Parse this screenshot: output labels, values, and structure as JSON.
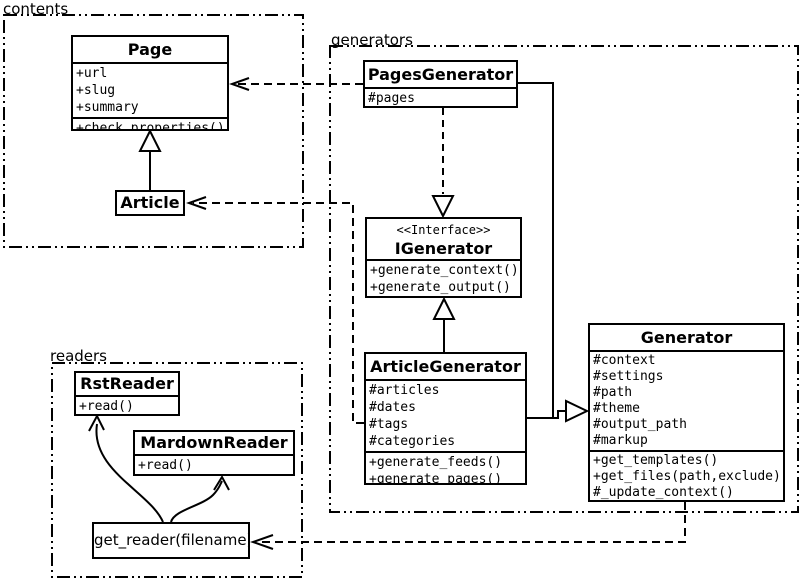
{
  "packages": {
    "contents": {
      "label": "contents"
    },
    "generators": {
      "label": "generators"
    },
    "readers": {
      "label": "readers"
    }
  },
  "classes": {
    "page": {
      "name": "Page",
      "attributes": [
        "+url",
        "+slug",
        "+summary"
      ],
      "methods": [
        "+check_properties()"
      ]
    },
    "article": {
      "name": "Article"
    },
    "pages_generator": {
      "name": "PagesGenerator",
      "attributes": [
        "#pages"
      ]
    },
    "igenerator": {
      "stereotype": "<<Interface>>",
      "name": "IGenerator",
      "methods": [
        "+generate_context()",
        "+generate_output()"
      ]
    },
    "article_generator": {
      "name": "ArticleGenerator",
      "attributes": [
        "#articles",
        "#dates",
        "#tags",
        "#categories"
      ],
      "methods": [
        "+generate_feeds()",
        "+generate_pages()"
      ]
    },
    "generator": {
      "name": "Generator",
      "attributes": [
        "#context",
        "#settings",
        "#path",
        "#theme",
        "#output_path",
        "#markup"
      ],
      "methods": [
        "+get_templates()",
        "+get_files(path,exclude)",
        "#_update_context()"
      ]
    },
    "rst_reader": {
      "name": "RstReader",
      "methods": [
        "+read()"
      ]
    },
    "mardown_reader": {
      "name": "MardownReader",
      "methods": [
        "+read()"
      ]
    },
    "get_reader": {
      "name": "get_reader(filename)"
    }
  },
  "relationships": [
    {
      "from": "Article",
      "to": "Page",
      "type": "generalization"
    },
    {
      "from": "PagesGenerator",
      "to": "Page",
      "type": "dependency"
    },
    {
      "from": "ArticleGenerator",
      "to": "Article",
      "type": "dependency"
    },
    {
      "from": "PagesGenerator",
      "to": "IGenerator",
      "type": "realization"
    },
    {
      "from": "ArticleGenerator",
      "to": "IGenerator",
      "type": "generalization"
    },
    {
      "from": "PagesGenerator",
      "to": "Generator",
      "type": "generalization"
    },
    {
      "from": "ArticleGenerator",
      "to": "Generator",
      "type": "generalization"
    },
    {
      "from": "Generator",
      "to": "get_reader(filename)",
      "type": "dependency"
    },
    {
      "from": "get_reader(filename)",
      "to": "RstReader",
      "type": "arrow"
    },
    {
      "from": "get_reader(filename)",
      "to": "MardownReader",
      "type": "arrow"
    }
  ],
  "colors": {
    "stroke": "#000000",
    "background": "#ffffff",
    "fill": "#ffffff"
  }
}
